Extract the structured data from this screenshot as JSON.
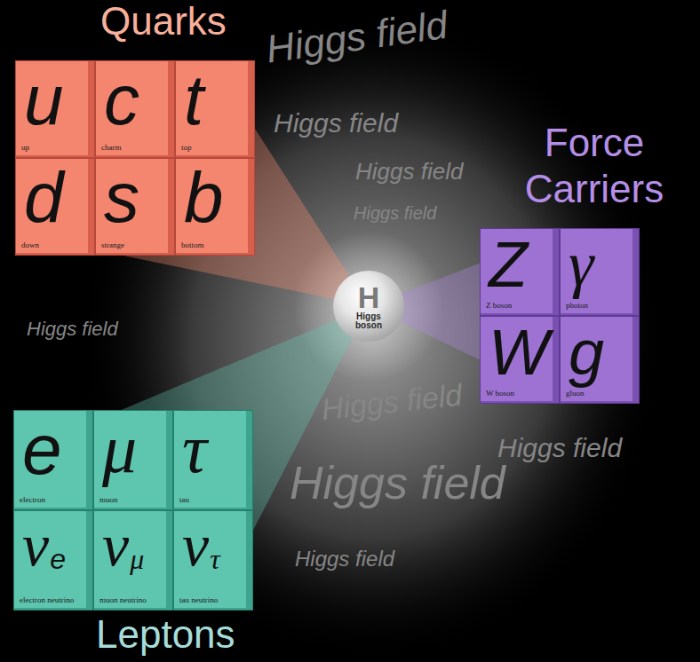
{
  "diagram": {
    "nodes": [
      {
        "text": [
          "Quarks"
        ]
      },
      {
        "text": [
          "u",
          "up"
        ],
        "in": 0
      },
      {
        "text": [
          "c",
          "charm"
        ],
        "in": 0
      },
      {
        "text": [
          "t",
          "top"
        ],
        "in": 0
      },
      {
        "text": [
          "d",
          "down"
        ],
        "in": 0
      },
      {
        "text": [
          "s",
          "strange"
        ],
        "in": 0
      },
      {
        "text": [
          "b",
          "bottom"
        ],
        "in": 0
      },
      {
        "text": [
          "Force Carriers"
        ]
      },
      {
        "text": [
          "Z",
          "Z boson"
        ],
        "in": 7
      },
      {
        "text": [
          "γ",
          "photon"
        ],
        "in": 7
      },
      {
        "text": [
          "W",
          "W boson"
        ],
        "in": 7
      },
      {
        "text": [
          "g",
          "gluon"
        ],
        "in": 7
      },
      {
        "text": [
          "H",
          "Higgs boson"
        ]
      },
      {
        "text": [
          "Leptons"
        ]
      },
      {
        "text": [
          "e",
          "electron"
        ],
        "in": 13
      },
      {
        "text": [
          "μ",
          "muon"
        ],
        "in": 13
      },
      {
        "text": [
          "τ",
          "tau"
        ],
        "in": 13
      },
      {
        "text": [
          "ν",
          "e",
          "electron neutrino"
        ],
        "in": 13
      },
      {
        "text": [
          "ν",
          "μ",
          "muon neutrino"
        ],
        "in": 13
      },
      {
        "text": [
          "ν",
          "τ",
          "tau neutrino"
        ],
        "in": 13
      }
    ],
    "edges": [
      {
        "from": 12,
        "to": 0,
        "arrow": "none"
      },
      {
        "from": 12,
        "to": 7,
        "arrow": "none"
      },
      {
        "from": 12,
        "to": 13,
        "arrow": "none"
      }
    ],
    "labels": [
      "Higgs field",
      "Higgs field",
      "Higgs field",
      "Higgs field",
      "Higgs field",
      "Higgs field",
      "Higgs field",
      "Higgs field",
      "Higgs field"
    ]
  }
}
